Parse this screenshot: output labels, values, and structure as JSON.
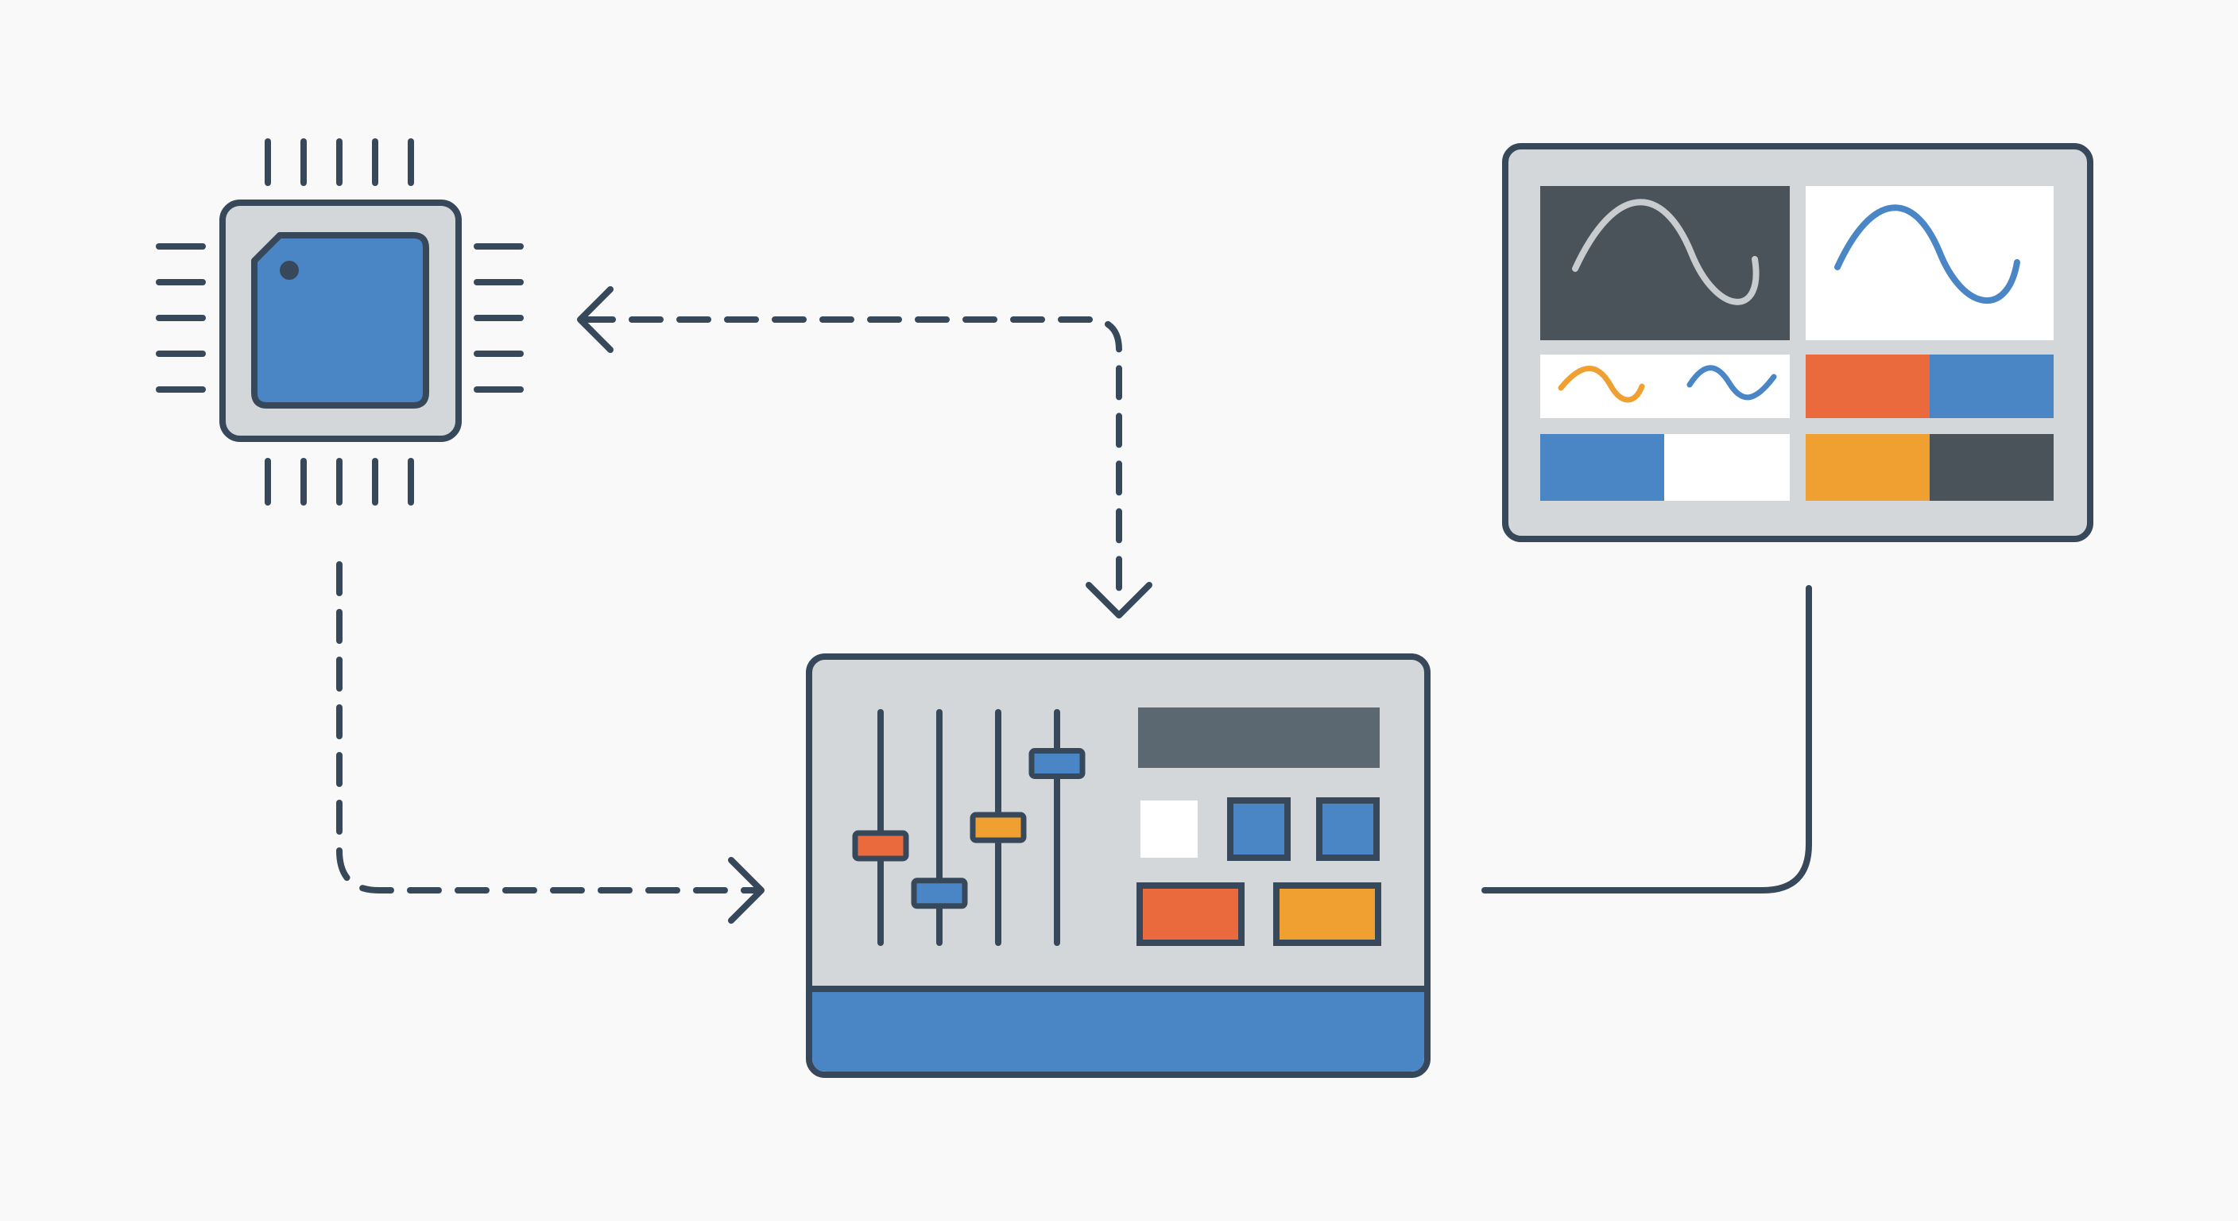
{
  "diagram": {
    "nodes": [
      {
        "id": "processor",
        "kind": "chip",
        "icon": "microchip-icon"
      },
      {
        "id": "controller",
        "kind": "control-panel",
        "icon": "mixer-panel-icon"
      },
      {
        "id": "display",
        "kind": "monitor",
        "icon": "waveform-monitor-icon"
      }
    ],
    "edges": [
      {
        "from": "processor",
        "to": "controller",
        "style": "dashed",
        "arrow": "end"
      },
      {
        "from": "controller",
        "to": "processor",
        "style": "dashed",
        "arrow": "both"
      },
      {
        "from": "controller",
        "to": "display",
        "style": "solid",
        "arrow": "none"
      }
    ],
    "controller_panel": {
      "slider_count": 4,
      "slider_levels": [
        0.4,
        0.14,
        0.5,
        0.85
      ],
      "slider_colors": [
        "#ea6a3e",
        "#4a86c5",
        "#f0a030",
        "#4a86c5"
      ],
      "button_colors": [
        "#ffffff",
        "#4a86c5",
        "#4a86c5",
        "#ea6a3e",
        "#f0a030"
      ]
    },
    "display_panel": {
      "waveform_colors": [
        "#c8cccf",
        "#4a86c5",
        "#f0a030",
        "#4a86c5"
      ],
      "swatch_colors": [
        "#ea6a3e",
        "#4a86c5",
        "#4a86c5",
        "#ffffff",
        "#f0a030",
        "#4a525a"
      ]
    }
  },
  "colors": {
    "background": "#f9f9f9",
    "outline": "#36485a",
    "panel": "#d3d7da",
    "blue": "#4a86c5",
    "orange": "#ea6a3e",
    "amber": "#f0a030",
    "dark": "#4a525a"
  }
}
